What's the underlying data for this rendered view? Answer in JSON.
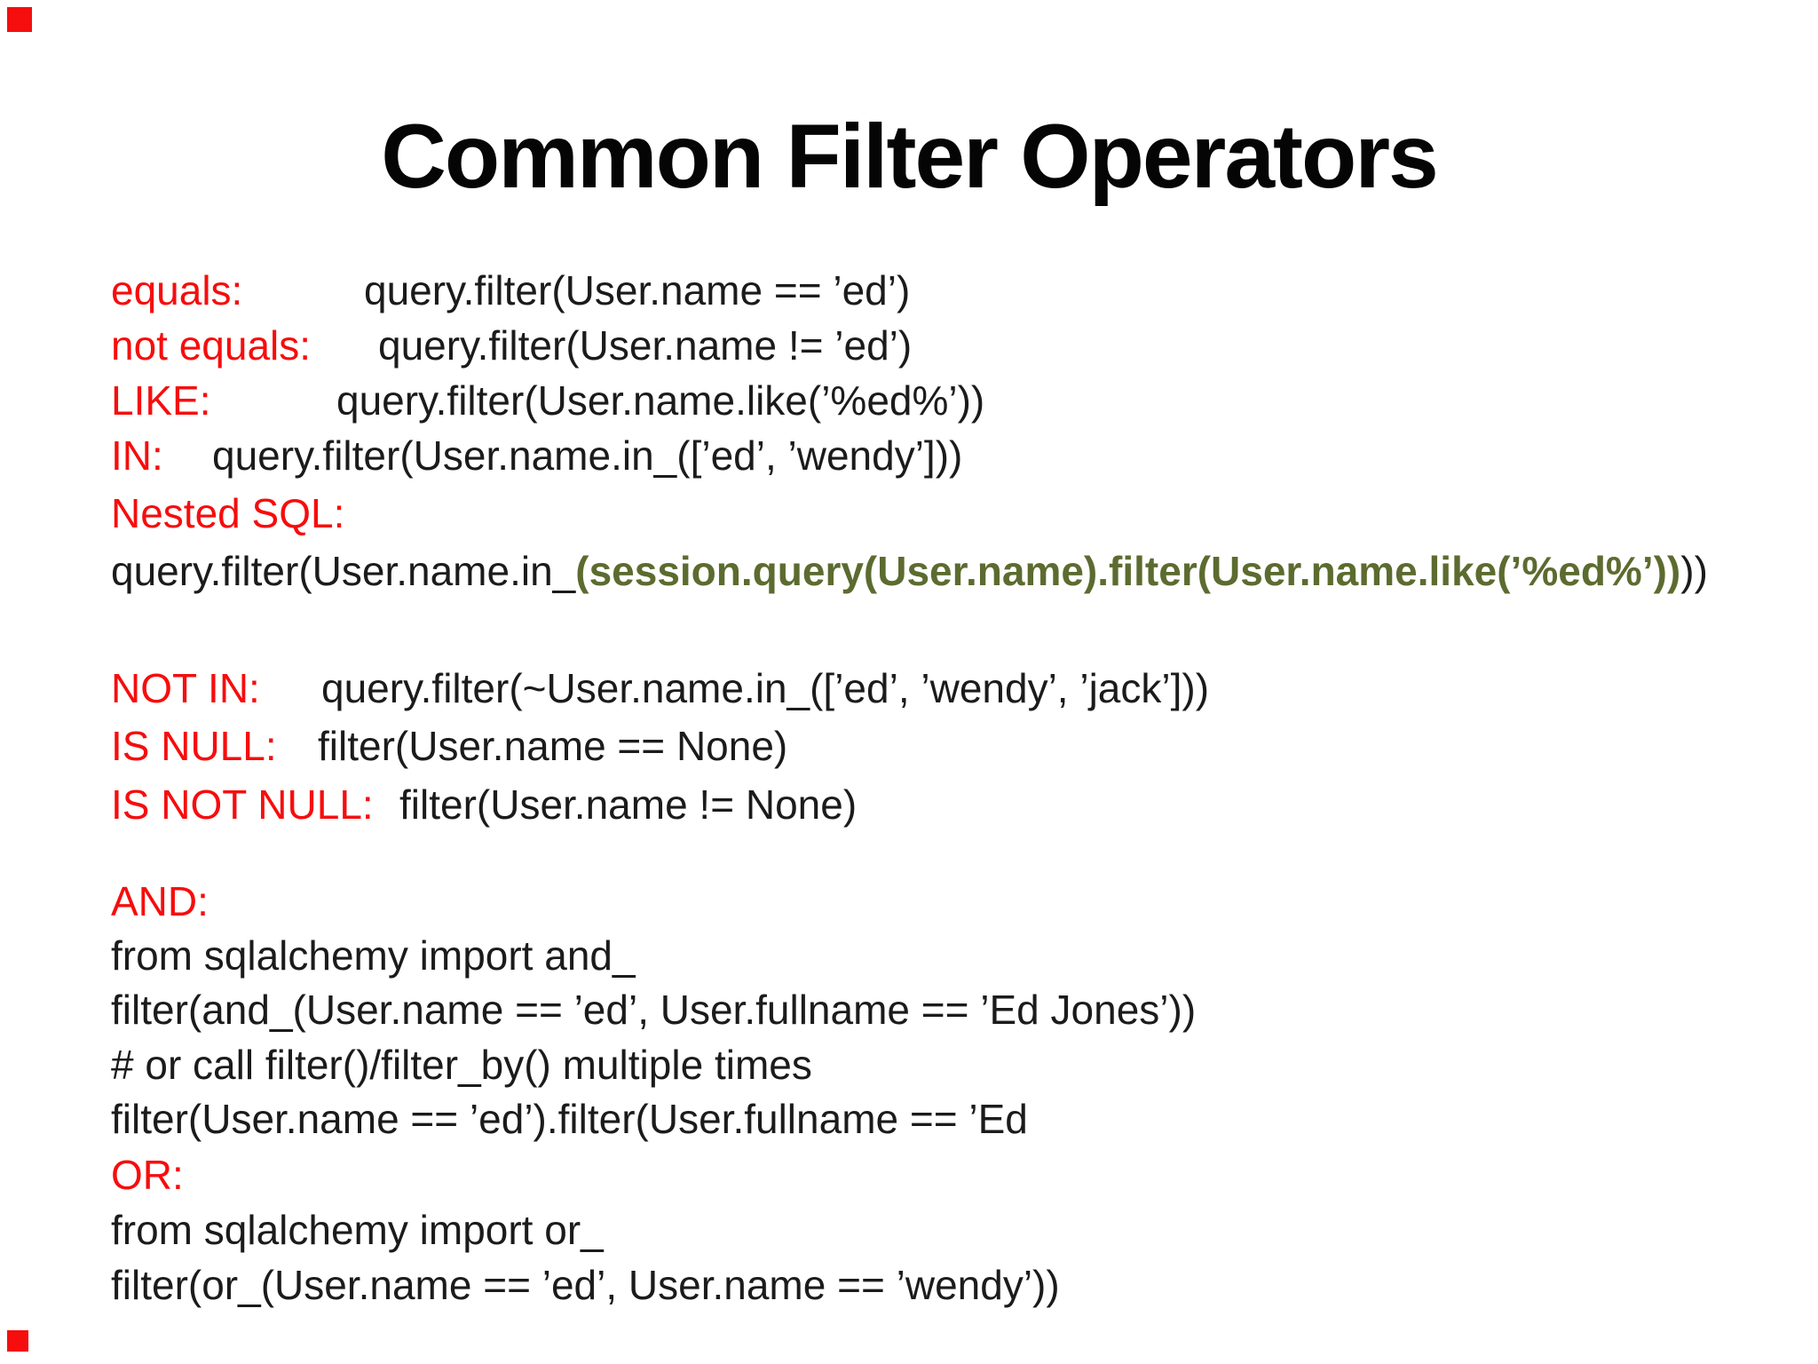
{
  "slide": {
    "title": "Common Filter Operators"
  },
  "colors": {
    "accent_red": "#f60d0d",
    "nested_green": "#5c6b2f",
    "body_text": "#1b1b1b",
    "background": "#ffffff"
  },
  "lines": {
    "l1": {
      "label": "equals:",
      "code": "query.filter(User.name == ’ed’)"
    },
    "l2": {
      "label": "not equals:",
      "code": "query.filter(User.name != ’ed’)"
    },
    "l3": {
      "label": "LIKE:",
      "code": "query.filter(User.name.like(’%ed%’))"
    },
    "l4": {
      "label": "IN:",
      "code": "query.filter(User.name.in_([’ed’, ’wendy’]))"
    },
    "l5": {
      "label": "Nested SQL:"
    },
    "l6": {
      "pre": "query.filter(User.name.in_",
      "highlight": "(session.query(User.name).filter(User.name.like(’%ed%’))",
      "post": "))"
    },
    "l7": {
      "label": "NOT IN:",
      "code": "query.filter(~User.name.in_([’ed’, ’wendy’, ’jack’]))"
    },
    "l8": {
      "label": "IS NULL:",
      "code": "filter(User.name == None)"
    },
    "l9": {
      "label": "IS NOT NULL:",
      "code": "filter(User.name != None)"
    },
    "l10": {
      "label": "AND:"
    },
    "l11": {
      "code": "from sqlalchemy import and_"
    },
    "l12": {
      "code": "filter(and_(User.name == ’ed’, User.fullname == ’Ed Jones’))"
    },
    "l13": {
      "code": "# or call filter()/filter_by() multiple times"
    },
    "l14": {
      "code": "filter(User.name == ’ed’).filter(User.fullname == ’Ed"
    },
    "l15": {
      "label": "OR:"
    },
    "l16": {
      "code": "from sqlalchemy import or_"
    },
    "l17": {
      "code": "filter(or_(User.name == ’ed’, User.name == ’wendy’))"
    }
  }
}
